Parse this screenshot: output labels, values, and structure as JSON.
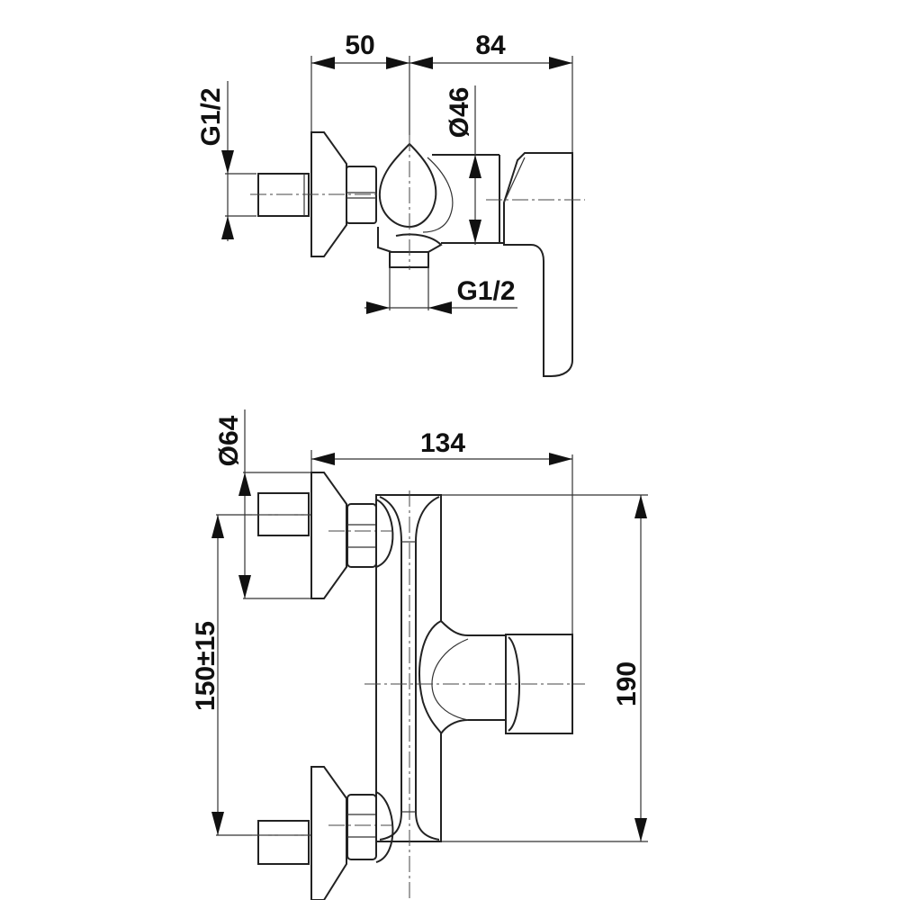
{
  "top_view": {
    "dim_left_depth": "50",
    "dim_right_depth": "84",
    "dim_knob_diameter": "Ø46",
    "dim_inlet_thread": "G1/2",
    "dim_outlet_thread": "G1/2"
  },
  "front_view": {
    "dim_total_width": "134",
    "dim_flange_diameter": "Ø64",
    "dim_inlet_spacing": "150±15",
    "dim_height": "190"
  }
}
